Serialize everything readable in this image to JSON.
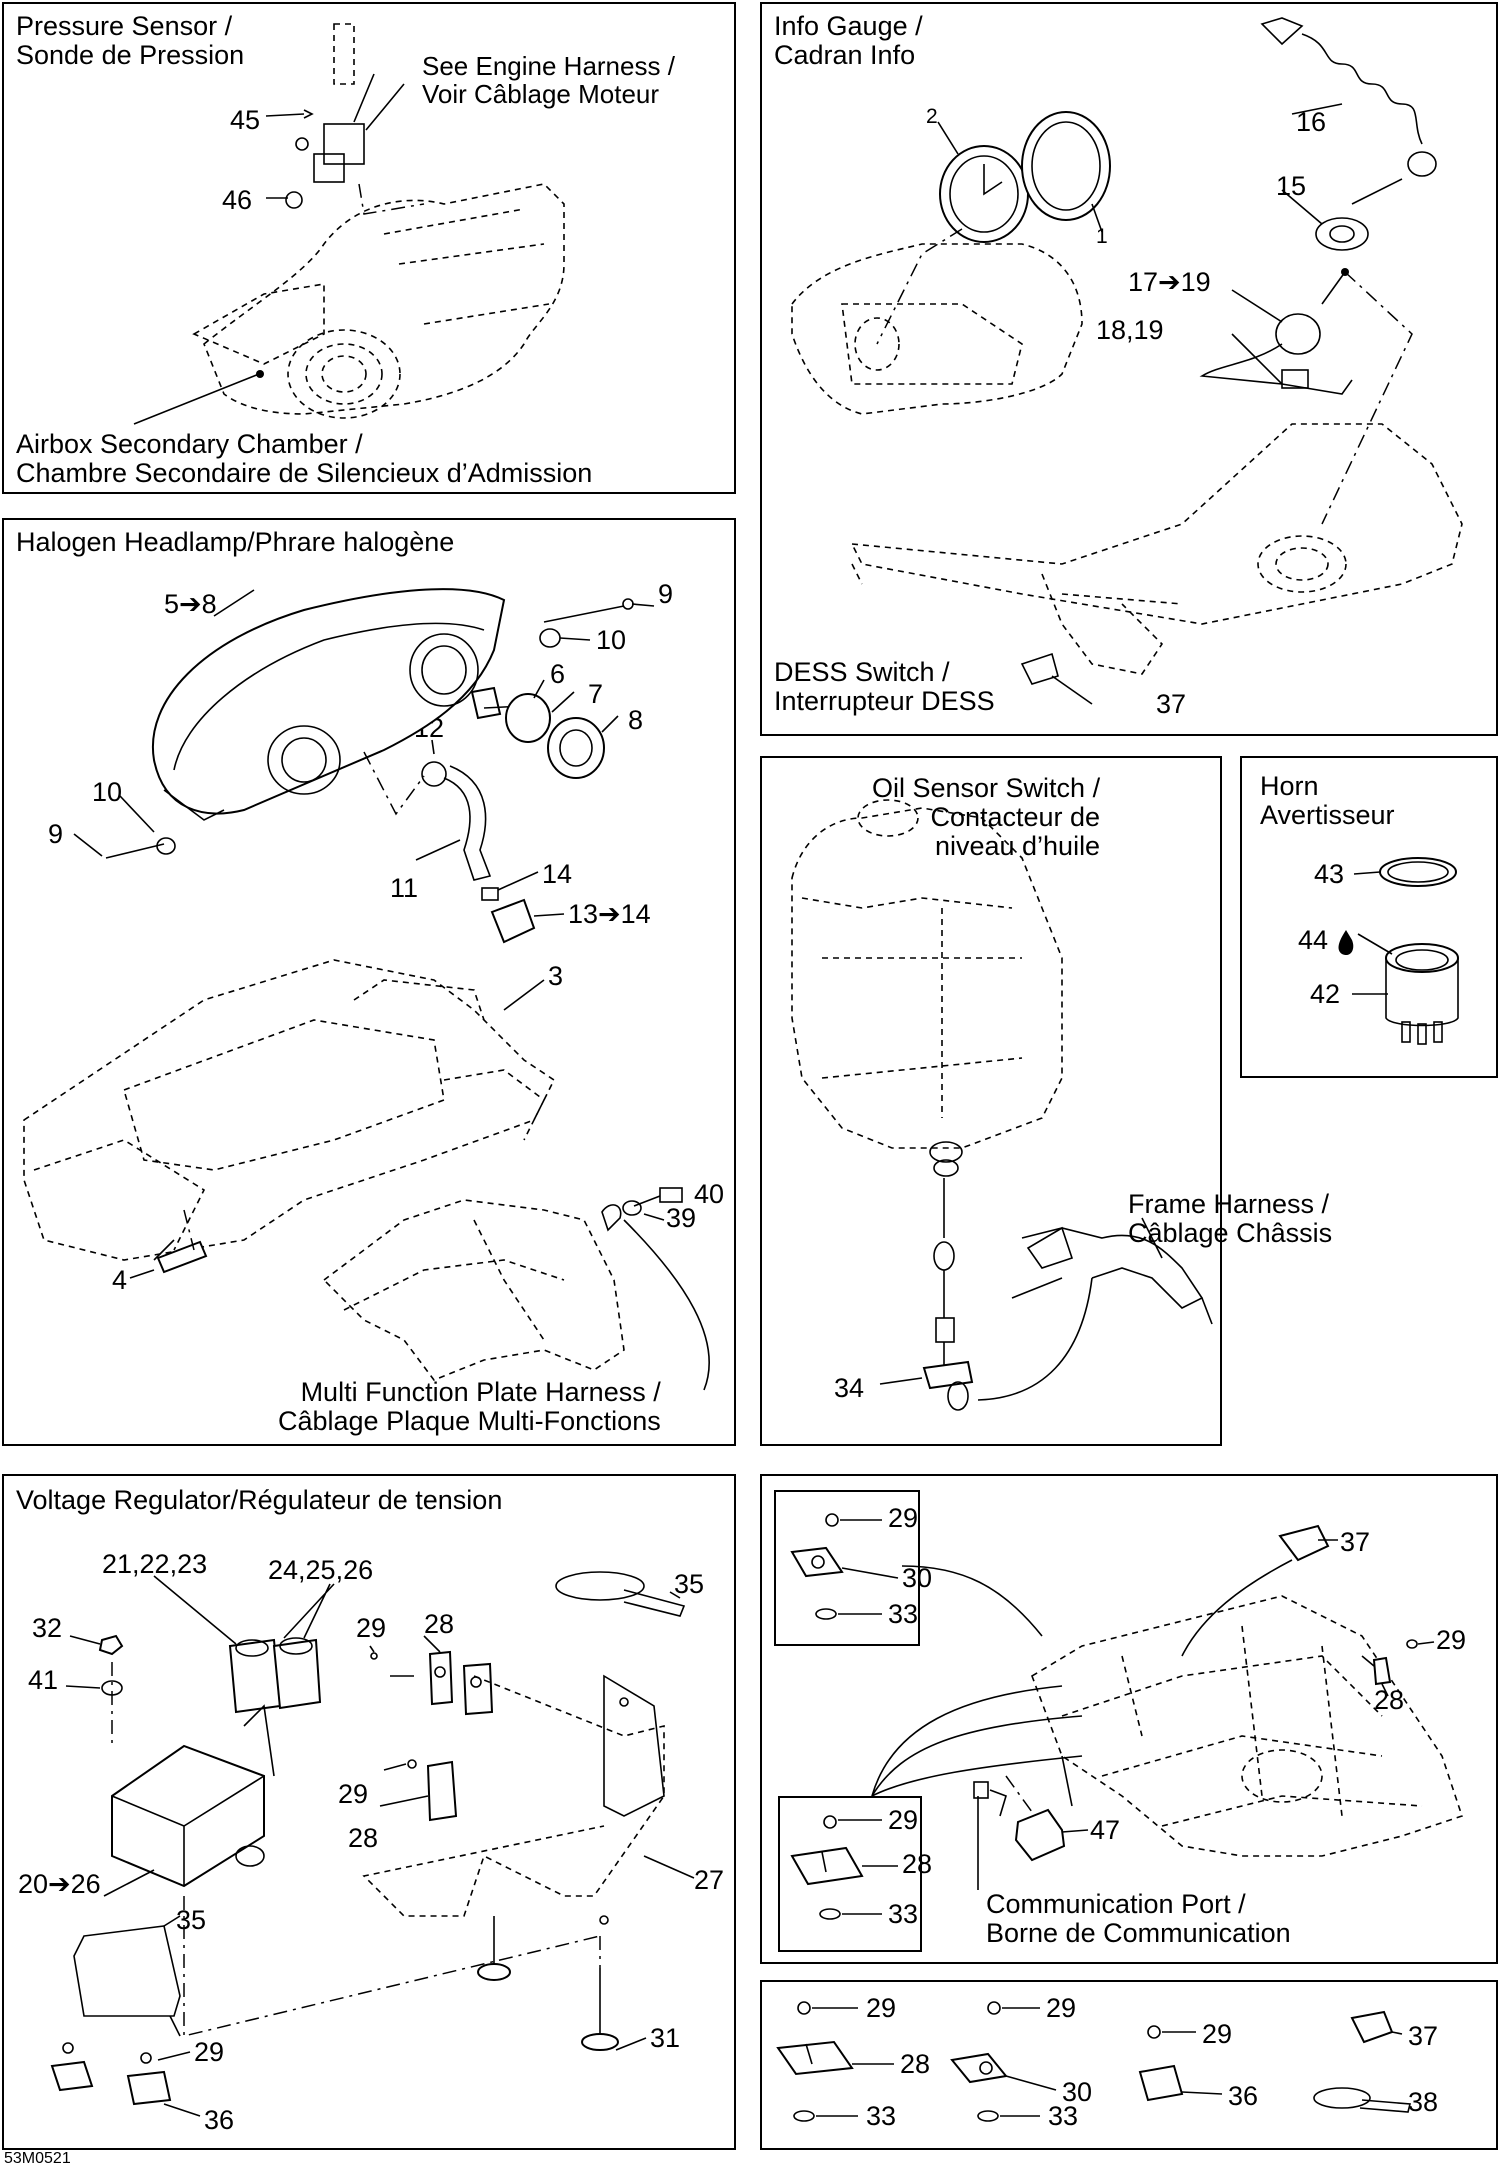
{
  "panels": {
    "pressure": {
      "title": "Pressure Sensor /\nSonde de Pression",
      "engine_harness": "See Engine Harness /\nVoir Câblage Moteur",
      "airbox": "Airbox Secondary Chamber /\nChambre Secondaire de Silencieux d’Admission",
      "n45": "45",
      "n46": "46"
    },
    "info": {
      "title": "Info Gauge /\nCadran Info",
      "dess": "DESS Switch /\nInterrupteur DESS",
      "n1": "1",
      "n2": "2",
      "n15": "15",
      "n16": "16",
      "n17": "17➔19",
      "n18": "18,19",
      "n37": "37"
    },
    "halogen": {
      "title": "Halogen Headlamp/Phrare halogène",
      "multi": "Multi Function Plate Harness /\nCâblage Plaque Multi-Fonctions",
      "n58": "5➔8",
      "n9a": "9",
      "n10a": "10",
      "n6": "6",
      "n7": "7",
      "n8": "8",
      "n12": "12",
      "n10b": "10",
      "n9b": "9",
      "n11": "11",
      "n14": "14",
      "n1314": "13➔14",
      "n3": "3",
      "n40": "40",
      "n39": "39",
      "n4": "4"
    },
    "oil": {
      "title": "Oil Sensor Switch /\nContacteur de\nniveau d’huile",
      "frame": "Frame Harness /\nCâblage Châssis",
      "n34": "34"
    },
    "horn": {
      "title": "Horn\nAvertisseur",
      "n43": "43",
      "n44": "44",
      "n42": "42"
    },
    "voltage": {
      "title": "Voltage Regulator/Régulateur de tension",
      "n212223": "21,22,23",
      "n242526": "24,25,26",
      "n35a": "35",
      "n32": "32",
      "n41": "41",
      "n29a": "29",
      "n28a": "28",
      "n29b": "29",
      "n28b": "28",
      "n2026": "20➔26",
      "n27": "27",
      "n35b": "35",
      "n29c": "29",
      "n31": "31",
      "n36": "36"
    },
    "comm": {
      "title": "Communication Port /\nBorne de Communication",
      "n29a": "29",
      "n30": "30",
      "n33a": "33",
      "n37": "37",
      "n29b": "29",
      "n28a": "28",
      "n47": "47",
      "n29c": "29",
      "n28b": "28",
      "n33b": "33"
    },
    "legend": {
      "n29a": "29",
      "n28": "28",
      "n33a": "33",
      "n29b": "29",
      "n30": "30",
      "n33b": "33",
      "n29c": "29",
      "n36": "36",
      "n37": "37",
      "n38": "38"
    }
  },
  "footer_code": "53M0521"
}
